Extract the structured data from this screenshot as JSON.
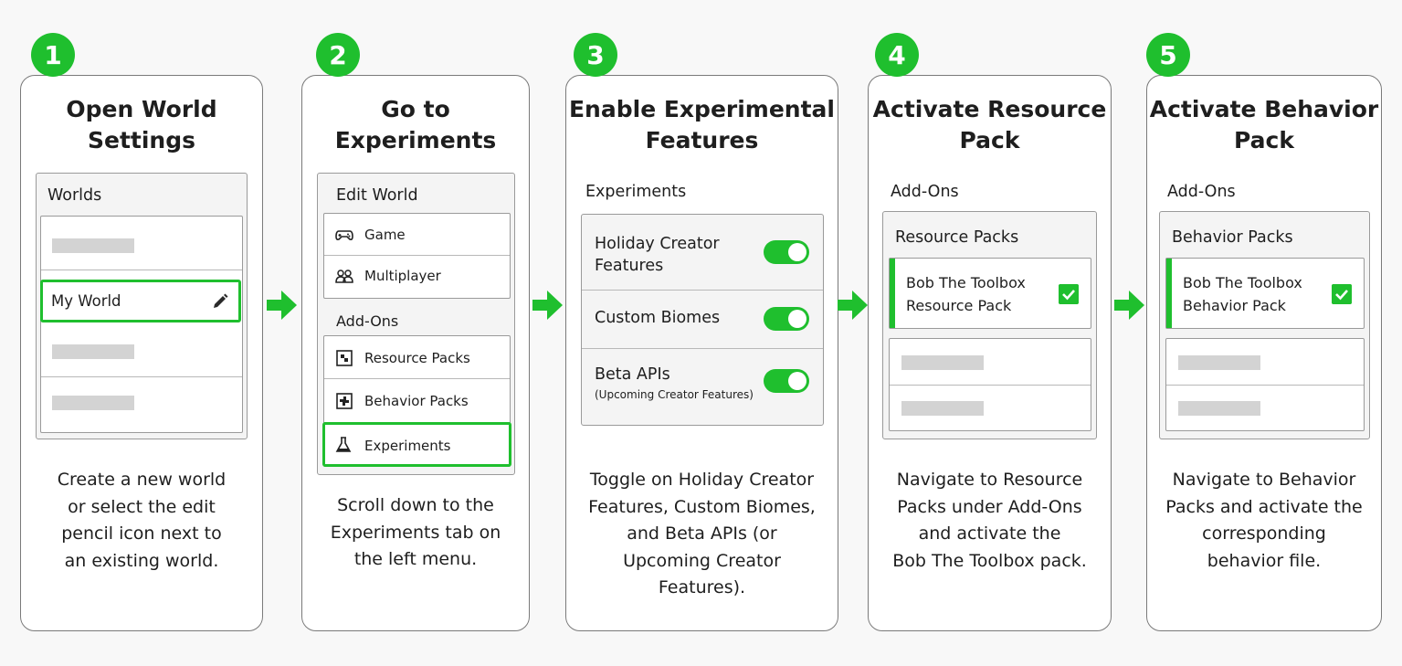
{
  "steps": [
    {
      "number": "1",
      "title": "Open World\nSettings",
      "description": "Create a new world\nor select the edit\npencil icon next to\nan existing world.",
      "panel": {
        "header": "Worlds",
        "selected_world": "My World"
      }
    },
    {
      "number": "2",
      "title": "Go to\nExperiments",
      "description": "Scroll down to the\nExperiments tab on\nthe left menu.",
      "panel": {
        "section1": "Edit World",
        "items1": [
          "Game",
          "Multiplayer"
        ],
        "section2": "Add-Ons",
        "items2": [
          "Resource Packs",
          "Behavior Packs",
          "Experiments"
        ]
      }
    },
    {
      "number": "3",
      "title": "Enable Experimental\nFeatures",
      "description": "Toggle on Holiday Creator\nFeatures, Custom Biomes,\nand Beta APIs (or\nUpcoming Creator\nFeatures).",
      "panel": {
        "header": "Experiments",
        "toggles": [
          {
            "label": "Holiday Creator\nFeatures",
            "sublabel": "",
            "on": true
          },
          {
            "label": "Custom Biomes",
            "sublabel": "",
            "on": true
          },
          {
            "label": "Beta APIs",
            "sublabel": "(Upcoming Creator Features)",
            "on": true
          }
        ]
      }
    },
    {
      "number": "4",
      "title": "Activate Resource\nPack",
      "description": "Navigate to Resource\nPacks under Add-Ons\nand activate the\nBob The Toolbox pack.",
      "panel": {
        "header": "Add-Ons",
        "subheader": "Resource Packs",
        "pack_name": "Bob The Toolbox\nResource Pack",
        "checked": true
      }
    },
    {
      "number": "5",
      "title": "Activate Behavior\nPack",
      "description": "Navigate to Behavior\nPacks and activate the\ncorresponding\nbehavior file.",
      "panel": {
        "header": "Add-Ons",
        "subheader": "Behavior Packs",
        "pack_name": "Bob The Toolbox\nBehavior Pack",
        "checked": true
      }
    }
  ],
  "colors": {
    "accent": "#1fbf2e",
    "border": "#7a7a7a",
    "placeholder": "#d3d3d3"
  },
  "icons": [
    "pencil-icon",
    "controller-icon",
    "multiplayer-icon",
    "resource-pack-icon",
    "behavior-pack-icon",
    "flask-icon",
    "check-icon",
    "arrow-right-icon"
  ]
}
